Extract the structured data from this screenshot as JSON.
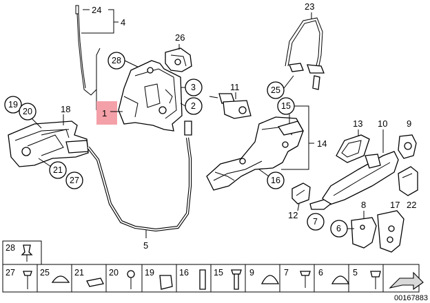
{
  "callouts": {
    "c1": "1",
    "c2": "2",
    "c3": "3",
    "c4": "4",
    "c5": "5",
    "c6": "6",
    "c7": "7",
    "c8": "8",
    "c9": "9",
    "c10": "10",
    "c11": "11",
    "c12": "12",
    "c13": "13",
    "c14": "14",
    "c15": "15",
    "c16": "16",
    "c17": "17",
    "c18": "18",
    "c19": "19",
    "c20": "20",
    "c21": "21",
    "c22": "22",
    "c23": "23",
    "c24": "24",
    "c25": "25",
    "c26": "26",
    "c27": "27",
    "c28": "28"
  },
  "highlight_color": "#f4a0a8",
  "fastener_table": {
    "cells": [
      "28",
      "27",
      "25",
      "21",
      "20",
      "19",
      "16",
      "15",
      "9",
      "7",
      "6",
      "5"
    ]
  },
  "diagram_number": "00167883"
}
